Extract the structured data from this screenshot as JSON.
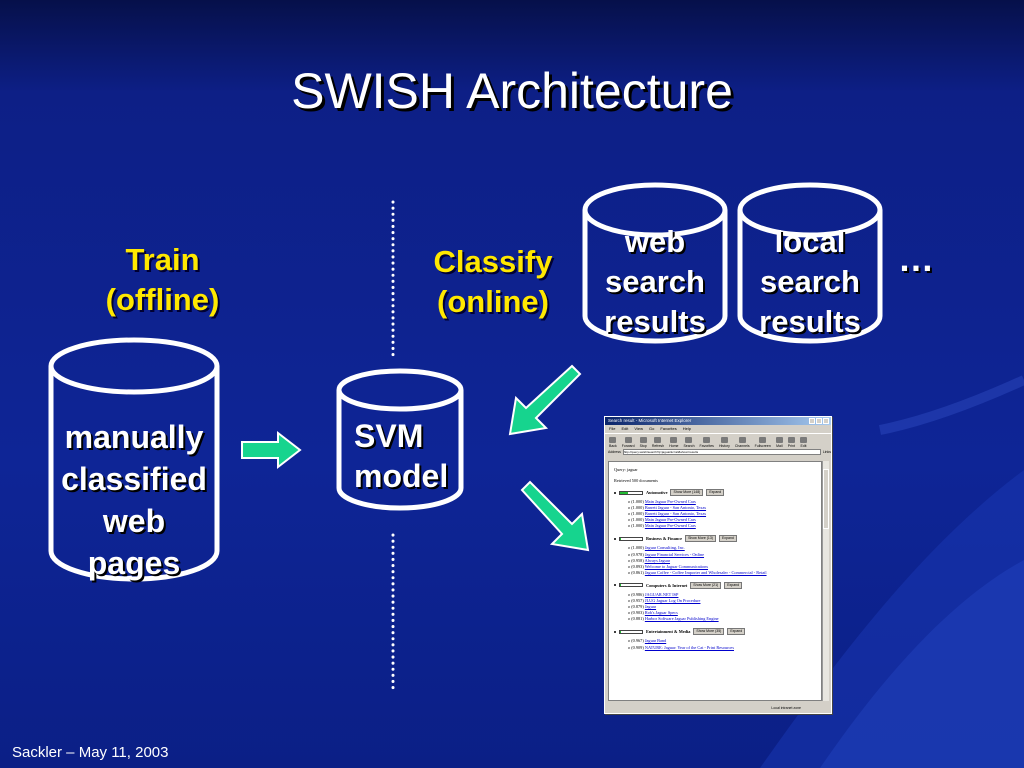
{
  "slide": {
    "title": "SWISH Architecture",
    "footer": "Sackler – May 11, 2003",
    "ellipsis": "…"
  },
  "train": {
    "line1": "Train",
    "line2": "(offline)"
  },
  "classify": {
    "line1": "Classify",
    "line2": "(online)"
  },
  "databases": {
    "manual": [
      "manually",
      "classified",
      "web",
      "pages"
    ],
    "svm": [
      "SVM",
      "model"
    ],
    "web_results": [
      "web",
      "search",
      "results"
    ],
    "local_results": [
      "local",
      "search",
      "results"
    ]
  },
  "colors": {
    "background": "#0e2596",
    "title_text": "#ffffff",
    "label_yellow": "#ffe800",
    "arrow_green": "#16d48e",
    "dots": "#ffffff"
  },
  "browser": {
    "window_title": "Search result - Microsoft Internet Explorer",
    "menu": [
      "File",
      "Edit",
      "View",
      "Go",
      "Favorites",
      "Help"
    ],
    "toolbar": [
      "Back",
      "Forward",
      "Stop",
      "Refresh",
      "Home",
      "Search",
      "Favorites",
      "History",
      "Channels",
      "Fullscreen",
      "Mail",
      "Print",
      "Edit"
    ],
    "address_label": "Address",
    "address_value": "http://query.swish/search?q=jaguar&c=all&show=results",
    "links_label": "Links",
    "query_line": "Query: jaguar",
    "retrieved_line": "Retrieved 500 documents",
    "status_text": "",
    "status_zone": "Local intranet zone",
    "categories": [
      {
        "name": "Automotive",
        "fill": 0.35,
        "show_more": "Show More (148)",
        "expand": "Expand",
        "items": [
          {
            "score": "(1.000)",
            "text": "Main Jaguar Pre-Owned Cars"
          },
          {
            "score": "(1.000)",
            "text": "Barrett Jaguar - San Antonio, Texas"
          },
          {
            "score": "(1.000)",
            "text": "Barrett Jaguar - San Antonio, Texas"
          },
          {
            "score": "(1.000)",
            "text": "Main Jaguar Pre-Owned Cars"
          },
          {
            "score": "(1.000)",
            "text": "Main Jaguar Pre-Owned Cars"
          }
        ]
      },
      {
        "name": "Business & Finance",
        "fill": 0.05,
        "show_more": "Show More (13)",
        "expand": "Expand",
        "items": [
          {
            "score": "(1.000)",
            "text": "Jaguar Consulting, Inc."
          },
          {
            "score": "(0.978)",
            "text": "Jaguar Financial Services - Online"
          },
          {
            "score": "(0.958)",
            "text": "Always Jaguar"
          },
          {
            "score": "(0.893)",
            "text": "Welcome to Jaguar Communications"
          },
          {
            "score": "(0.861)",
            "text": "Jaguar Coffee - Coffee Importer and Wholesaler - Commercial - Retail"
          }
        ]
      },
      {
        "name": "Computers & Internet",
        "fill": 0.05,
        "show_more": "Show More (21)",
        "expand": "Expand",
        "items": [
          {
            "score": "(0.986)",
            "text": "JAGUAR.NET ISP"
          },
          {
            "score": "(0.957)",
            "text": "JLUG Jaguar Log On Procedure"
          },
          {
            "score": "(0.879)",
            "text": "Jaguar"
          },
          {
            "score": "(0.903)",
            "text": "Rob's Jaguar Specs"
          },
          {
            "score": "(0.881)",
            "text": "Harbor Software Jaguar Publishing Engine"
          }
        ]
      },
      {
        "name": "Entertainment & Media",
        "fill": 0.05,
        "show_more": "Show More (35)",
        "expand": "Expand",
        "items": [
          {
            "score": "(0.967)",
            "text": "Jaguar Band"
          },
          {
            "score": "(0.909)",
            "text": "NATURE: Jaguar: Year of the Cat - Print Resources"
          }
        ]
      }
    ]
  }
}
